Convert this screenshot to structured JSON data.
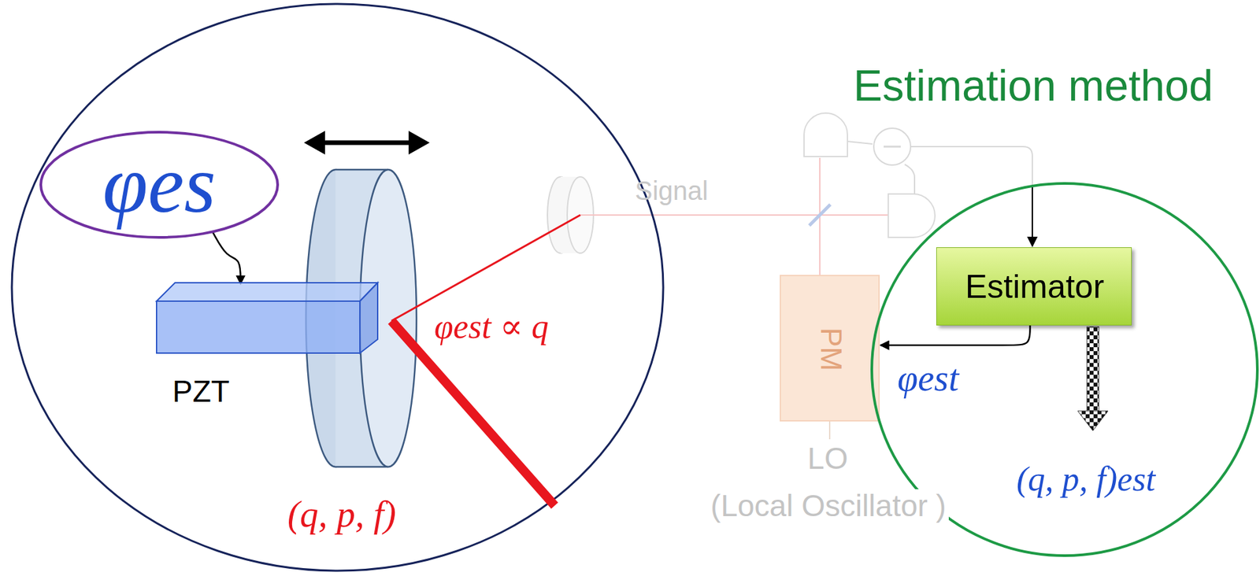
{
  "diagram": {
    "nodes": [
      {
        "text": [
          "φes"
        ]
      },
      {
        "text": [
          "PZT"
        ]
      },
      {
        "text": [
          "PM"
        ]
      },
      {
        "text": [
          "Estimation method"
        ]
      },
      {
        "text": [
          "Estimator"
        ],
        "in": 3
      }
    ],
    "edges": [
      {
        "from": 0,
        "to": 1,
        "arrow": "to"
      },
      {
        "from": 4,
        "to": 2,
        "label": "φest",
        "arrow": "to"
      }
    ],
    "labels": [
      "(q, p, f)",
      "φest ∝ q",
      "Signal",
      "LO",
      "(Local Oscillator )",
      "(q, p, f)est"
    ]
  }
}
